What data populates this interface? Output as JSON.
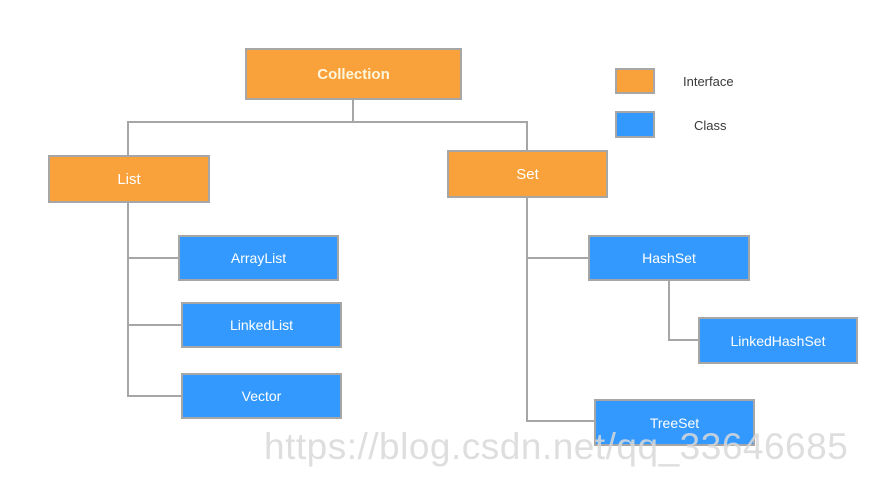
{
  "diagram": {
    "title_node": "Collection",
    "nodes": {
      "collection": {
        "label": "Collection",
        "type": "interface"
      },
      "list": {
        "label": "List",
        "type": "interface"
      },
      "set": {
        "label": "Set",
        "type": "interface"
      },
      "arraylist": {
        "label": "ArrayList",
        "type": "class"
      },
      "linkedlist": {
        "label": "LinkedList",
        "type": "class"
      },
      "vector": {
        "label": "Vector",
        "type": "class"
      },
      "hashset": {
        "label": "HashSet",
        "type": "class"
      },
      "linkedhashset": {
        "label": "LinkedHashSet",
        "type": "class"
      },
      "treeset": {
        "label": "TreeSet",
        "type": "class"
      }
    },
    "edges": [
      [
        "collection",
        "list"
      ],
      [
        "collection",
        "set"
      ],
      [
        "list",
        "arraylist"
      ],
      [
        "list",
        "linkedlist"
      ],
      [
        "list",
        "vector"
      ],
      [
        "set",
        "hashset"
      ],
      [
        "hashset",
        "linkedhashset"
      ],
      [
        "set",
        "treeset"
      ]
    ],
    "legend": {
      "interface_label": "Interface",
      "class_label": "Class"
    },
    "colors": {
      "interface": "#F9A23C",
      "class": "#3399FE",
      "border": "#A6A6A6",
      "connector": "#A6A6A6",
      "node_text": "#FFFFFF",
      "root_text": "#FDF6DC",
      "watermark": "#D9D9D9"
    },
    "watermark": "https://blog.csdn.net/qq_33646685"
  }
}
